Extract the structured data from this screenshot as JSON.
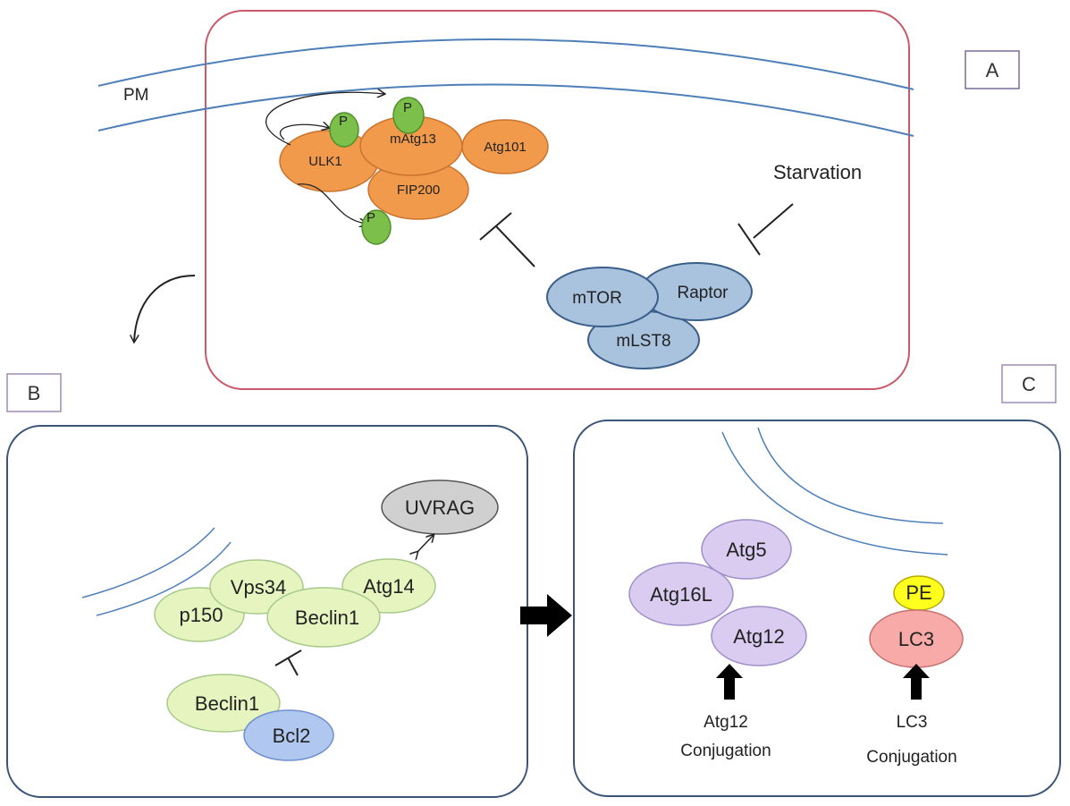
{
  "panels": {
    "a": {
      "label": "A"
    },
    "b": {
      "label": "B"
    },
    "c": {
      "label": "C"
    }
  },
  "panel_a": {
    "membrane_label": "PM",
    "phospho_label": "P",
    "proteins": {
      "ulk1": "ULK1",
      "matg13": "mAtg13",
      "atg101": "Atg101",
      "fip200": "FIP200",
      "mtor": "mTOR",
      "raptor": "Raptor",
      "mlst8": "mLST8"
    },
    "stimulus": "Starvation"
  },
  "panel_b": {
    "proteins": {
      "uvrag": "UVRAG",
      "vps34": "Vps34",
      "atg14": "Atg14",
      "p150": "p150",
      "beclin1": "Beclin1",
      "beclin1_bound": "Beclin1",
      "bcl2": "Bcl2"
    }
  },
  "panel_c": {
    "proteins": {
      "atg5": "Atg5",
      "atg16l": "Atg16L",
      "atg12": "Atg12",
      "pe": "PE",
      "lc3": "LC3"
    },
    "captions": {
      "atg12_line1": "Atg12",
      "atg12_line2": "Conjugation",
      "lc3_line1": "LC3",
      "lc3_line2": "Conjugation"
    }
  },
  "colors": {
    "ulk_complex": "#f19a4c",
    "phosphate": "#7cbf4a",
    "mtorc1": "#a9c2de",
    "pi3k_complex": "#e6f5bf",
    "uvrag": "#d0d0d0",
    "bcl2": "#b0c8ef",
    "atg_conjugation": "#d9ccf0",
    "pe": "#ffff1e",
    "lc3": "#f7aaa8",
    "panel_a_border": "#c9586a",
    "panel_bc_border": "#3a5578",
    "membrane": "#4f7fb8"
  }
}
